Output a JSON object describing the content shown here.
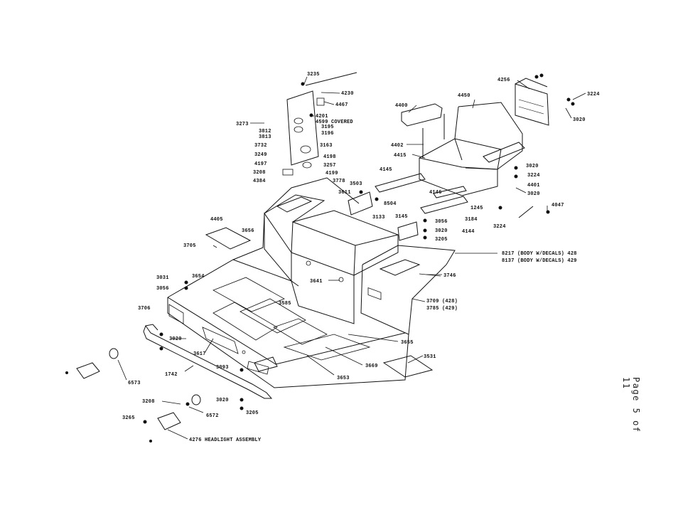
{
  "page": {
    "page_number_label": "Page 5 of 11"
  },
  "labels": {
    "p3235": "3235",
    "p4230": "4230",
    "p4467": "4467",
    "p3273": "3273",
    "p4201": "4201",
    "p4599": "4599 COVERED",
    "p3195": "3195",
    "p3812": "3812",
    "p3813": "3813",
    "p3196": "3196",
    "p3732": "3732",
    "p3163": "3163",
    "p3249": "3249",
    "p4198": "4198",
    "p4197": "4197",
    "p3257": "3257",
    "p3208a": "3208",
    "p4199": "4199",
    "p4384": "4384",
    "p3778": "3778",
    "p4256": "4256",
    "p3224a": "3224",
    "p3020a": "3020",
    "p4400": "4400",
    "p4450": "4450",
    "p4402": "4402",
    "p4415": "4415",
    "p3020b": "3020",
    "p3224b": "3224",
    "p4401": "4401",
    "p3020c": "3020",
    "p4145": "4145",
    "p3503": "3503",
    "p3611": "3611",
    "p8504": "8504",
    "p4146": "4146",
    "p1245": "1245",
    "p4047": "4047",
    "p3184": "3184",
    "p3145": "3145",
    "p3133": "3133",
    "p3056a": "3056",
    "p3020d": "3020",
    "p4144": "4144",
    "p3224c": "3224",
    "p3205a": "3205",
    "p4405": "4405",
    "p3656": "3656",
    "p3705": "3705",
    "p8217": "8217 (BODY W/DECALS) 428",
    "p8137": "8137 (BODY W/DECALS) 429",
    "p3031": "3031",
    "p3654": "3654",
    "p3641": "3641",
    "p3746": "3746",
    "p3056b": "3056",
    "p3706": "3706",
    "p3585": "3585",
    "p3709": "3709 (428)",
    "p3785": "3785 (429)",
    "p3020e": "3020",
    "p3655": "3655",
    "p3617": "3617",
    "p3531": "3531",
    "p3093": "3093",
    "p3669": "3669",
    "p6573": "6573",
    "p1742": "1742",
    "p3653": "3653",
    "p3208b": "3208",
    "p3020f": "3020",
    "p6572": "6572",
    "p3205b": "3205",
    "p3265": "3265",
    "p4276": "4276 HEADLIGHT ASSEMBLY"
  }
}
